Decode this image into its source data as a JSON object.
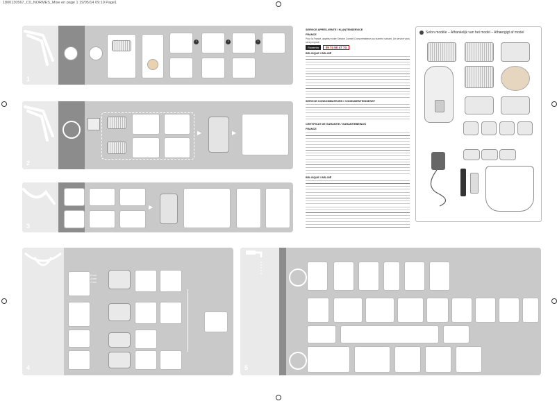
{
  "header": {
    "text": "1800130567_C0_NORMES_Mise en page 1  19/05/14  09:10  Page1"
  },
  "panels": [
    {
      "number": "1"
    },
    {
      "number": "2"
    },
    {
      "number": "3"
    },
    {
      "number": "4"
    },
    {
      "number": "5"
    }
  ],
  "panel4": {
    "length_labels": [
      "8 mm",
      "4 mm",
      "2 mm"
    ]
  },
  "text_column": {
    "sec1_title": "SERVICE APRÈS-VENTE / KLANTENSERVICE",
    "sec1_sub": "FRANCE",
    "sec1_body": "Pour la France, appelez notre Service Conseil Consommateurs au numéro suivant. Un service vous sera proposé.",
    "brand_name": "Rowenta",
    "phone": "09 74 50 47 74",
    "sec2_sub": "BELGIQUE / BELGIË",
    "sec3_title": "SERVICE CONSOMMATEURS / CONSUMENTENDIENST",
    "sec4_title": "CERTIFICAT DE GARANTIE / GARANTIEBEWIJS",
    "sec4_sub": "FRANCE",
    "sec5_sub": "BELGIQUE / BELGIË"
  },
  "models_box": {
    "title": "Selon modèle – Afhankelijk van het model – Afhængigt af model"
  }
}
